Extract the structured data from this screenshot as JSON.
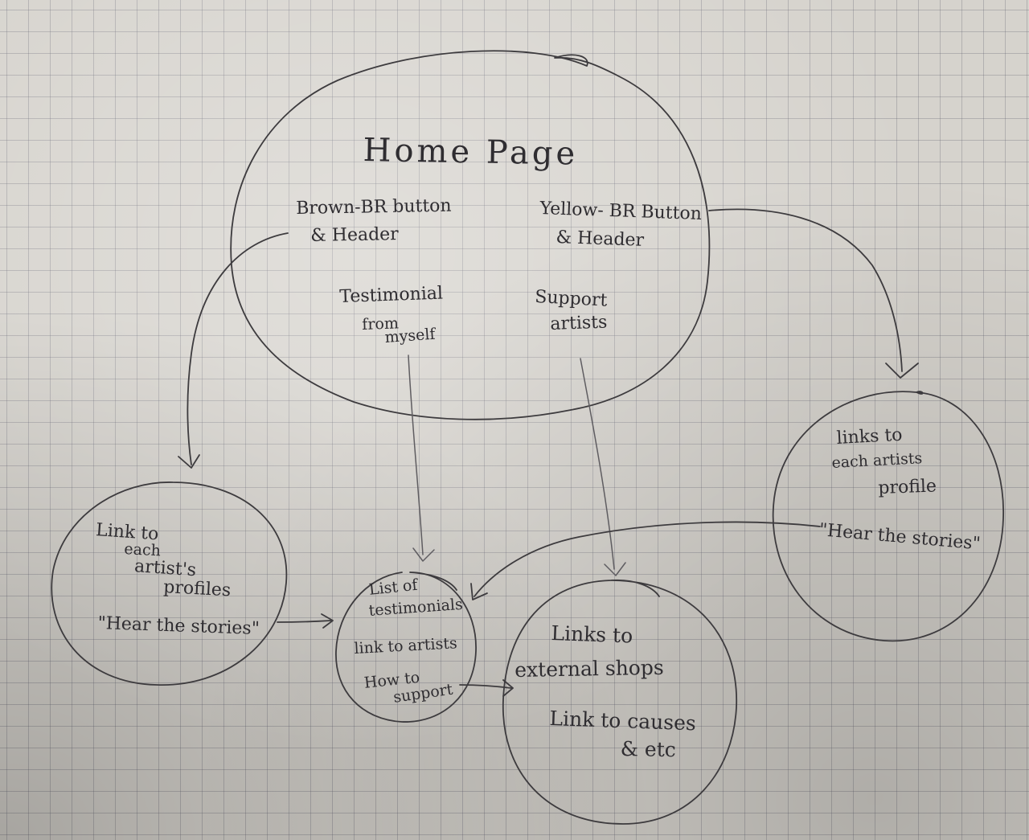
{
  "home": {
    "title": "Home Page",
    "brown_button": "Brown-BR button",
    "brown_header": "& Header",
    "yellow_button": "Yellow- BR Button",
    "yellow_header": "& Header",
    "testimonial": "Testimonial",
    "testimonial_from": "from",
    "testimonial_myself": "myself",
    "support": "Support",
    "support_artists": "artists"
  },
  "left_circle": {
    "line1": "Link to",
    "line2": "each",
    "line3": "artist's",
    "line4": "profiles",
    "line5": "\"Hear the stories\""
  },
  "right_circle": {
    "line1": "links to",
    "line2": "each artists",
    "line3": "profile",
    "line4": "\"Hear the stories\""
  },
  "center_circle": {
    "line1": "List of",
    "line2": "testimonials",
    "line3": "link to artists",
    "line4": "How to",
    "line5": "support"
  },
  "shops_circle": {
    "line1": "Links to",
    "line2": "external shops",
    "line3": "Link to causes",
    "line4": "& etc"
  },
  "colors": {
    "paper": "#d6d3cd",
    "grid": "#5f5f6e",
    "pencil": "#3d3b3e"
  }
}
